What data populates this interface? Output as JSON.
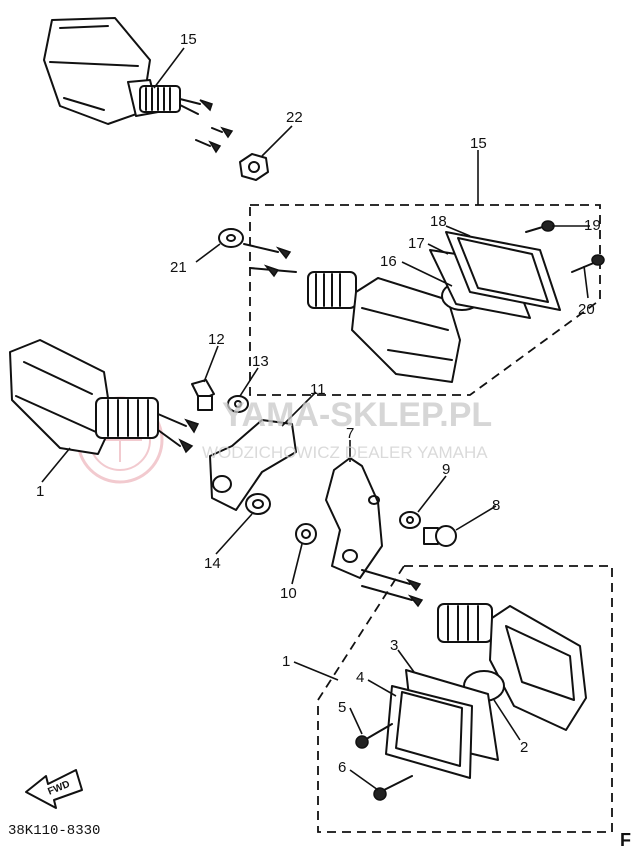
{
  "diagram": {
    "part_code": "38K110-8330",
    "fwd_label": "FWD",
    "corner_mark": "F",
    "watermark": {
      "brand": "YAMA-SKLEP.PL",
      "subtitle": "WODZICHOWICZ DEALER YAMAHA"
    },
    "callouts": {
      "c15_top": "15",
      "c22": "22",
      "c15_box": "15",
      "c18": "18",
      "c19": "19",
      "c17": "17",
      "c16": "16",
      "c20": "20",
      "c21": "21",
      "c12": "12",
      "c13": "13",
      "c11": "11",
      "c7": "7",
      "c1_left": "1",
      "c9": "9",
      "c8": "8",
      "c14": "14",
      "c10": "10",
      "c1_box": "1",
      "c3": "3",
      "c4": "4",
      "c5": "5",
      "c2": "2",
      "c6": "6"
    },
    "colors": {
      "line": "#111111",
      "watermark": "#c9c9c9",
      "watermark_logo": "#e8a0a8"
    }
  }
}
